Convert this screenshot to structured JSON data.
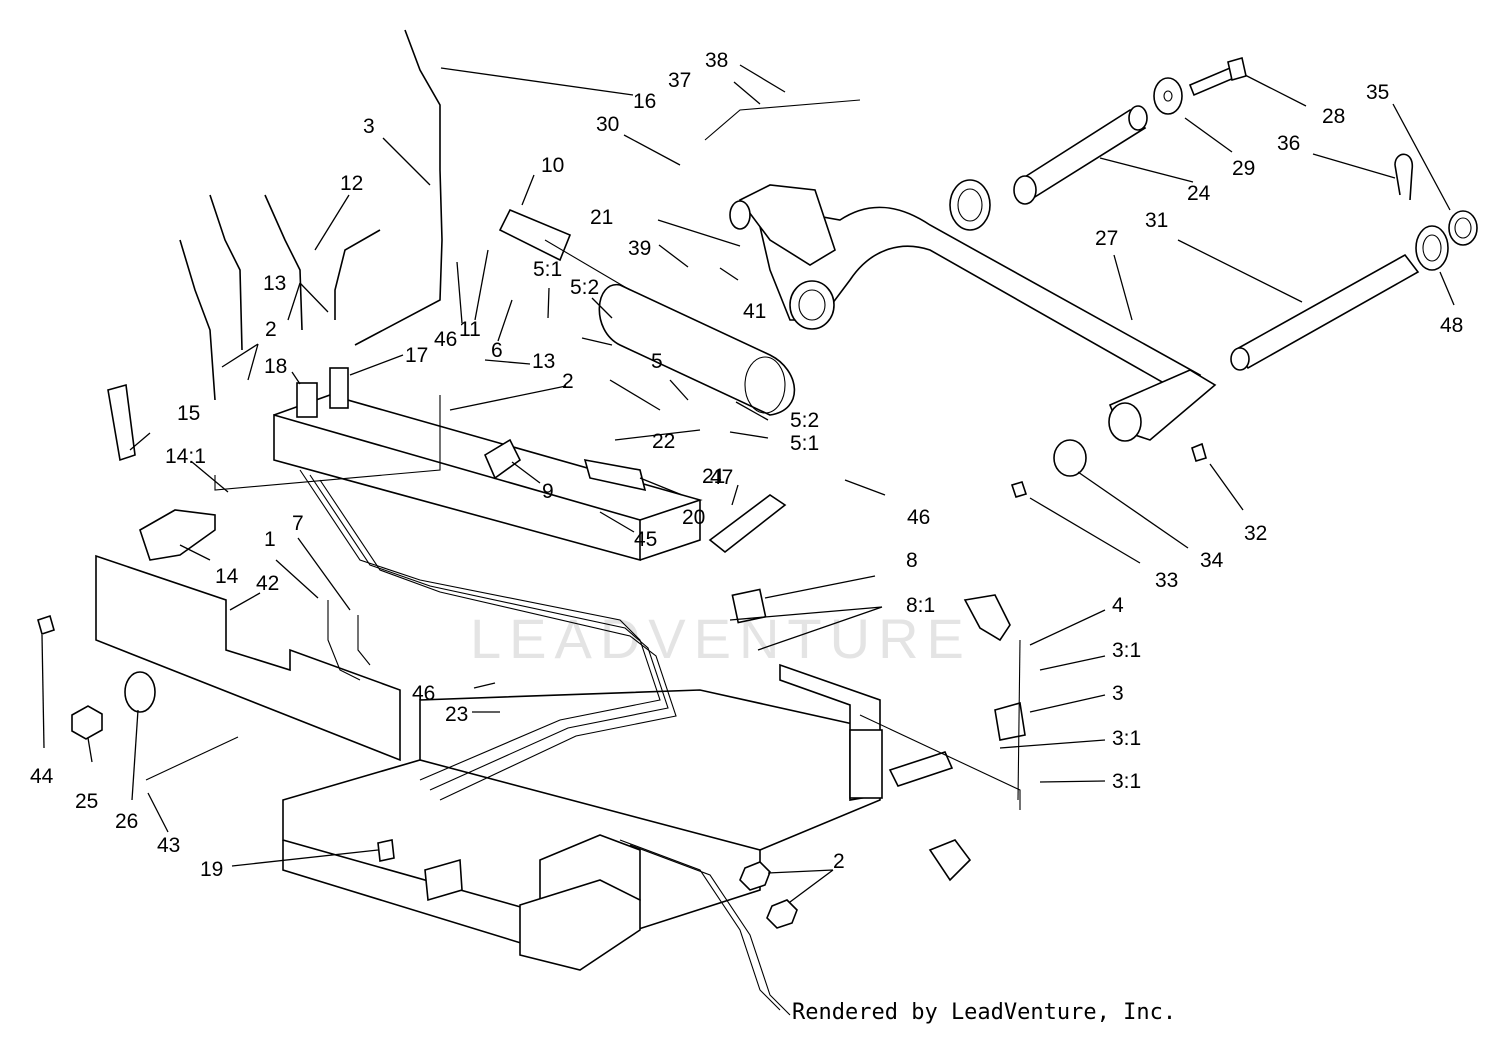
{
  "watermark": "LEADVENTURE",
  "credit": "Rendered by LeadVenture, Inc.",
  "callouts": [
    {
      "id": "c1",
      "text": "1"
    },
    {
      "id": "c2a",
      "text": "2"
    },
    {
      "id": "c2b",
      "text": "2"
    },
    {
      "id": "c2c",
      "text": "2"
    },
    {
      "id": "c3a",
      "text": "3"
    },
    {
      "id": "c3b",
      "text": "3"
    },
    {
      "id": "c3_1a",
      "text": "3:1"
    },
    {
      "id": "c3_1b",
      "text": "3:1"
    },
    {
      "id": "c3_1c",
      "text": "3:1"
    },
    {
      "id": "c4",
      "text": "4"
    },
    {
      "id": "c5",
      "text": "5"
    },
    {
      "id": "c5_1a",
      "text": "5:1"
    },
    {
      "id": "c5_1b",
      "text": "5:1"
    },
    {
      "id": "c5_2a",
      "text": "5:2"
    },
    {
      "id": "c5_2b",
      "text": "5:2"
    },
    {
      "id": "c6",
      "text": "6"
    },
    {
      "id": "c7",
      "text": "7"
    },
    {
      "id": "c8",
      "text": "8"
    },
    {
      "id": "c8_1",
      "text": "8:1"
    },
    {
      "id": "c9",
      "text": "9"
    },
    {
      "id": "c10",
      "text": "10"
    },
    {
      "id": "c11",
      "text": "11"
    },
    {
      "id": "c12",
      "text": "12"
    },
    {
      "id": "c13a",
      "text": "13"
    },
    {
      "id": "c13b",
      "text": "13"
    },
    {
      "id": "c14",
      "text": "14"
    },
    {
      "id": "c14_1",
      "text": "14:1"
    },
    {
      "id": "c15",
      "text": "15"
    },
    {
      "id": "c16",
      "text": "16"
    },
    {
      "id": "c17",
      "text": "17"
    },
    {
      "id": "c18",
      "text": "18"
    },
    {
      "id": "c19",
      "text": "19"
    },
    {
      "id": "c20",
      "text": "20"
    },
    {
      "id": "c21a",
      "text": "21"
    },
    {
      "id": "c21b",
      "text": "21"
    },
    {
      "id": "c22",
      "text": "22"
    },
    {
      "id": "c23",
      "text": "23"
    },
    {
      "id": "c24",
      "text": "24"
    },
    {
      "id": "c25",
      "text": "25"
    },
    {
      "id": "c26",
      "text": "26"
    },
    {
      "id": "c27",
      "text": "27"
    },
    {
      "id": "c28",
      "text": "28"
    },
    {
      "id": "c29",
      "text": "29"
    },
    {
      "id": "c30",
      "text": "30"
    },
    {
      "id": "c31",
      "text": "31"
    },
    {
      "id": "c32",
      "text": "32"
    },
    {
      "id": "c33",
      "text": "33"
    },
    {
      "id": "c34",
      "text": "34"
    },
    {
      "id": "c35",
      "text": "35"
    },
    {
      "id": "c36",
      "text": "36"
    },
    {
      "id": "c37",
      "text": "37"
    },
    {
      "id": "c38",
      "text": "38"
    },
    {
      "id": "c39",
      "text": "39"
    },
    {
      "id": "c41",
      "text": "41"
    },
    {
      "id": "c42",
      "text": "42"
    },
    {
      "id": "c43",
      "text": "43"
    },
    {
      "id": "c44",
      "text": "44"
    },
    {
      "id": "c45",
      "text": "45"
    },
    {
      "id": "c46a",
      "text": "46"
    },
    {
      "id": "c46b",
      "text": "46"
    },
    {
      "id": "c46c",
      "text": "46"
    },
    {
      "id": "c47",
      "text": "47"
    },
    {
      "id": "c48",
      "text": "48"
    }
  ]
}
